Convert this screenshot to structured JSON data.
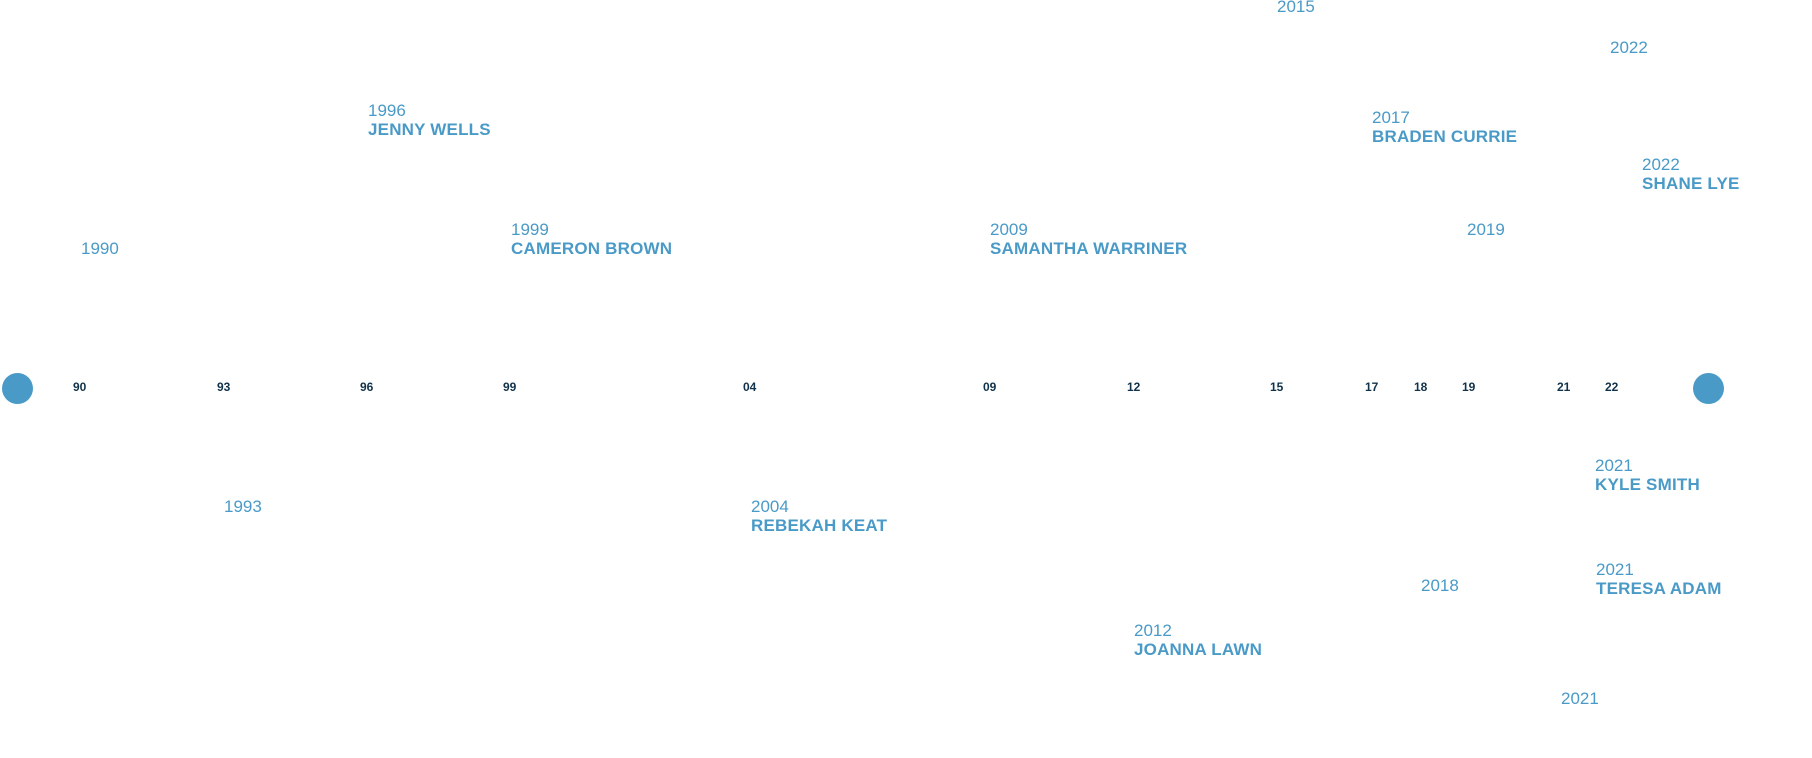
{
  "timeline": {
    "accent_color": "#4a9ac7",
    "tick_color": "#10324a",
    "start_marker": "circle",
    "end_marker": "circle",
    "ticks": [
      "90",
      "93",
      "96",
      "99",
      "04",
      "09",
      "12",
      "15",
      "17",
      "18",
      "19",
      "21",
      "22"
    ],
    "events": [
      {
        "year": "2015",
        "name": ""
      },
      {
        "year": "2022",
        "name": ""
      },
      {
        "year": "1996",
        "name": "JENNY WELLS"
      },
      {
        "year": "2017",
        "name": "BRADEN CURRIE"
      },
      {
        "year": "2022",
        "name": "SHANE LYE"
      },
      {
        "year": "1990",
        "name": ""
      },
      {
        "year": "1999",
        "name": "CAMERON BROWN"
      },
      {
        "year": "2009",
        "name": "SAMANTHA WARRINER"
      },
      {
        "year": "2019",
        "name": ""
      },
      {
        "year": "2021",
        "name": "KYLE SMITH"
      },
      {
        "year": "1993",
        "name": ""
      },
      {
        "year": "2004",
        "name": "REBEKAH KEAT"
      },
      {
        "year": "2021",
        "name": "TERESA ADAM"
      },
      {
        "year": "2018",
        "name": ""
      },
      {
        "year": "2012",
        "name": "JOANNA LAWN"
      },
      {
        "year": "2021",
        "name": ""
      }
    ]
  }
}
